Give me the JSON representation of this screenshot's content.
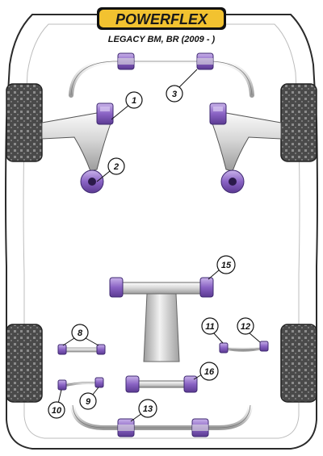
{
  "header": {
    "brand": "POWERFLEX",
    "model": "LEGACY BM, BR (2009 - )"
  },
  "callouts": [
    {
      "id": "callout-1",
      "label": "1"
    },
    {
      "id": "callout-2",
      "label": "2"
    },
    {
      "id": "callout-3",
      "label": "3"
    },
    {
      "id": "callout-15",
      "label": "15"
    },
    {
      "id": "callout-8",
      "label": "8"
    },
    {
      "id": "callout-11",
      "label": "11"
    },
    {
      "id": "callout-12",
      "label": "12"
    },
    {
      "id": "callout-16",
      "label": "16"
    },
    {
      "id": "callout-9",
      "label": "9"
    },
    {
      "id": "callout-10",
      "label": "10"
    },
    {
      "id": "callout-13",
      "label": "13"
    }
  ],
  "colors": {
    "bush_purple": "#8a63c4",
    "bush_dark": "#4a2f7a",
    "metal": "#e8e8e8",
    "metal_dark": "#9a9a9a",
    "logo_yellow": "#f2c230",
    "tyre": "#555555"
  }
}
